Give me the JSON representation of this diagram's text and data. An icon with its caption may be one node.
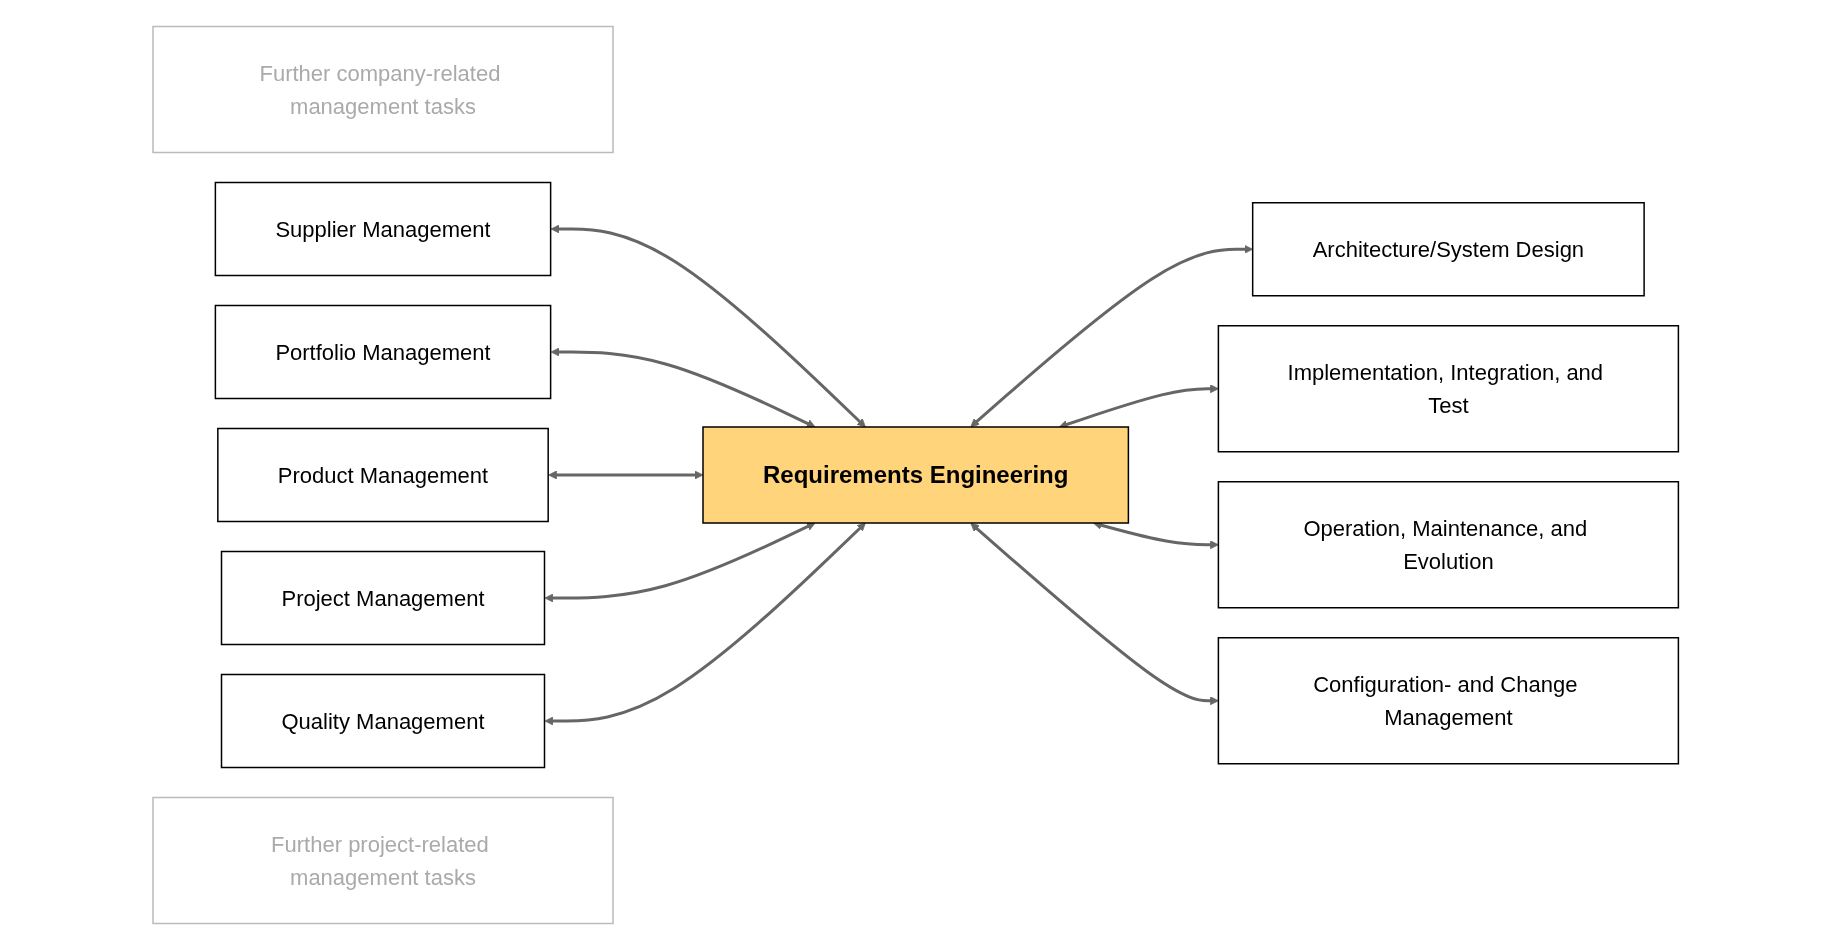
{
  "diagram": {
    "nodes": [
      {
        "text": [
          "Further company-related management tasks"
        ]
      },
      {
        "text": [
          "Supplier Management"
        ]
      },
      {
        "text": [
          "Portfolio Management"
        ]
      },
      {
        "text": [
          "Product Management"
        ]
      },
      {
        "text": [
          "Project Management"
        ]
      },
      {
        "text": [
          "Quality Management"
        ]
      },
      {
        "text": [
          "Requirements Engineering"
        ]
      },
      {
        "text": [
          "Architecture/System Design"
        ]
      },
      {
        "text": [
          "Implementation, Integration, and Test"
        ]
      },
      {
        "text": [
          "Operation, Maintenance, and Evolution"
        ]
      },
      {
        "text": [
          "Configuration- and Change Management"
        ]
      },
      {
        "text": [
          "Further project-related management tasks"
        ]
      }
    ],
    "edges": [
      {
        "from": 1,
        "to": 6,
        "arrow": "both"
      },
      {
        "from": 2,
        "to": 6,
        "arrow": "both"
      },
      {
        "from": 3,
        "to": 6,
        "arrow": "both"
      },
      {
        "from": 4,
        "to": 6,
        "arrow": "both"
      },
      {
        "from": 5,
        "to": 6,
        "arrow": "both"
      },
      {
        "from": 6,
        "to": 7,
        "arrow": "both"
      },
      {
        "from": 6,
        "to": 8,
        "arrow": "both"
      },
      {
        "from": 6,
        "to": 9,
        "arrow": "both"
      },
      {
        "from": 6,
        "to": 10,
        "arrow": "both"
      }
    ]
  }
}
